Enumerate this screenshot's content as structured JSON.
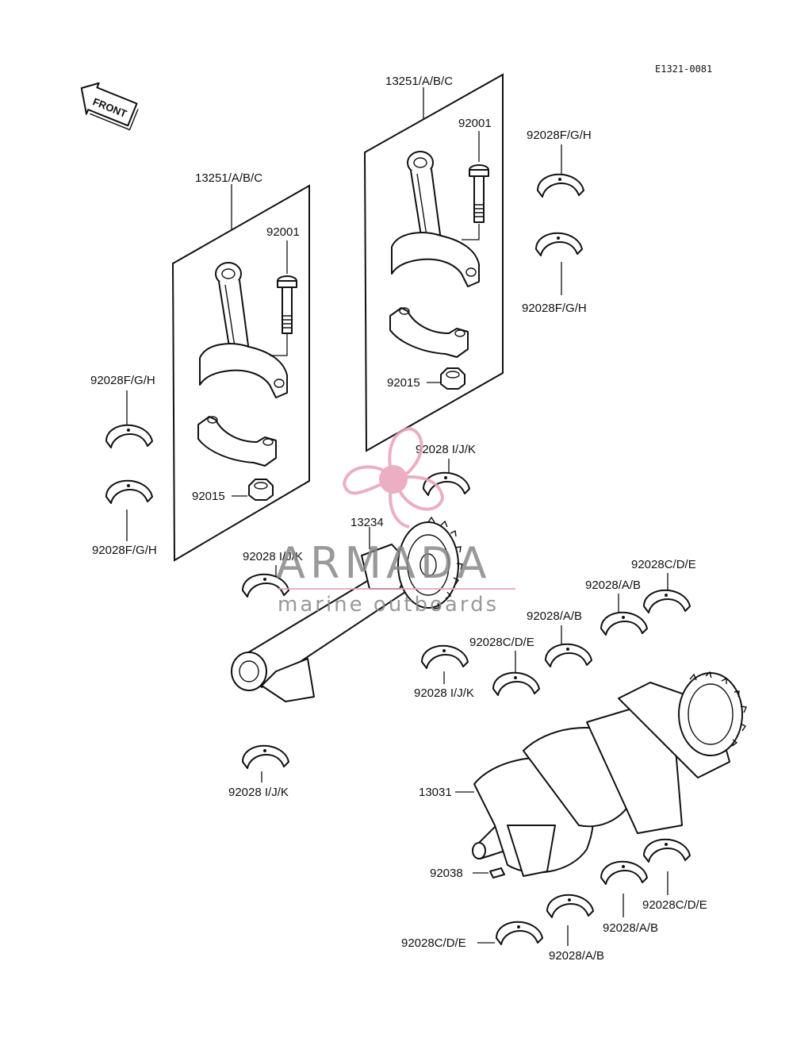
{
  "diagram_code": "E1321-0081",
  "front_arrow_text": "FRONT",
  "watermark": {
    "brand": "ARMADA",
    "tagline": "marine outboards",
    "logo_color": "#e8a0b8",
    "text_color": "#888888"
  },
  "labels": {
    "rod_assy_left": "13251/A/B/C",
    "rod_assy_right": "13251/A/B/C",
    "bolt_left": "92001",
    "bolt_right": "92001",
    "nut_left": "92015",
    "nut_right": "92015",
    "rod_bearing_left_top": "92028F/G/H",
    "rod_bearing_left_bottom": "92028F/G/H",
    "rod_bearing_right_top": "92028F/G/H",
    "rod_bearing_right_bottom": "92028F/G/H",
    "balancer_shaft": "13234",
    "balancer_bearing_1": "92028 I/J/K",
    "balancer_bearing_2": "92028 I/J/K",
    "balancer_bearing_3": "92028 I/J/K",
    "balancer_bearing_4": "92028 I/J/K",
    "main_bearing_upper_1": "92028C/D/E",
    "main_bearing_upper_2": "92028/A/B",
    "main_bearing_upper_3": "92028/A/B",
    "main_bearing_upper_4": "92028C/D/E",
    "crankshaft": "13031",
    "key": "92038",
    "main_bearing_lower_1": "92028C/D/E",
    "main_bearing_lower_2": "92028/A/B",
    "main_bearing_lower_3": "92028/A/B",
    "main_bearing_lower_4": "92028C/D/E"
  }
}
